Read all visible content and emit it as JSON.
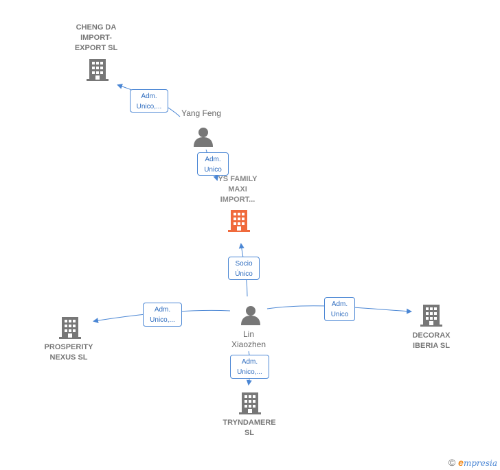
{
  "nodes": {
    "cheng_da": {
      "label": "CHENG DA\nIMPORT-\nEXPORT SL",
      "type": "company"
    },
    "ys_family": {
      "label": "YS FAMILY\nMAXI\nIMPORT...",
      "type": "company",
      "color": "#f06a3c"
    },
    "prosperity": {
      "label": "PROSPERITY\nNEXUS  SL",
      "type": "company"
    },
    "decorax": {
      "label": "DECORAX\nIBERIA  SL",
      "type": "company"
    },
    "tryndamere": {
      "label": "TRYNDAMERE\nSL",
      "type": "company"
    },
    "yang_feng": {
      "label": "Yang Feng",
      "type": "person"
    },
    "lin_xiaozhen": {
      "label": "Lin\nXiaozhen",
      "type": "person"
    }
  },
  "edges": {
    "yang_cheng": {
      "label": "Adm.\nUnico,..."
    },
    "yang_ys": {
      "label": "Adm.\nUnico"
    },
    "lin_ys": {
      "label": "Socio\nÚnico"
    },
    "lin_prosperity": {
      "label": "Adm.\nUnico,..."
    },
    "lin_decorax": {
      "label": "Adm.\nUnico"
    },
    "lin_tryndamere": {
      "label": "Adm.\nUnico,..."
    }
  },
  "colors": {
    "edge": "#4a86d4",
    "building": "#777777",
    "building_focus": "#f06a3c",
    "person": "#777777"
  },
  "footer": {
    "copyright": "©",
    "brand_e": "e",
    "brand_rest": "mpresia"
  }
}
